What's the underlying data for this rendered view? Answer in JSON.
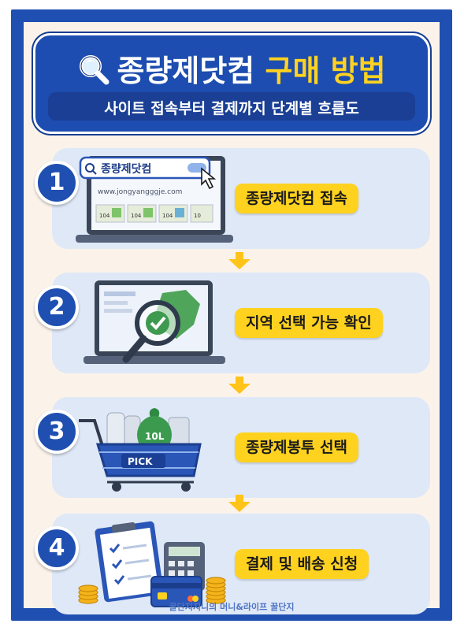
{
  "header": {
    "title_main": "종량제닷컴",
    "title_accent": "구매 방법",
    "subtitle": "사이트 접속부터 결제까지 단계별 흐름도"
  },
  "steps": [
    {
      "number": "1",
      "label": "종량제닷컴 접속",
      "art": {
        "search_text": "종량제닷컴",
        "url": "www.jongyangggje.com",
        "product_codes": [
          "104",
          "104",
          "104",
          "10"
        ]
      }
    },
    {
      "number": "2",
      "label": "지역 선택 가능 확인"
    },
    {
      "number": "3",
      "label": "종량제봉투 선택",
      "art": {
        "bag_text": "10L",
        "cart_text": "PICK"
      }
    },
    {
      "number": "4",
      "label": "결제 및 배송 신청"
    }
  ],
  "footer": {
    "watermark": "꿀단지지니의 머니&라이프 꿀단지"
  },
  "colors": {
    "brand_blue": "#1f4fb0",
    "accent_yellow": "#ffd21f",
    "panel": "#dfe8f7",
    "background": "#fbf3ea"
  },
  "icons": [
    "magnifier-icon",
    "search-icon",
    "cursor-icon",
    "laptop-icon",
    "map-check-icon",
    "shopping-cart-icon",
    "clipboard-icon",
    "calculator-icon",
    "credit-card-icon",
    "coins-icon",
    "down-arrow-icon"
  ]
}
